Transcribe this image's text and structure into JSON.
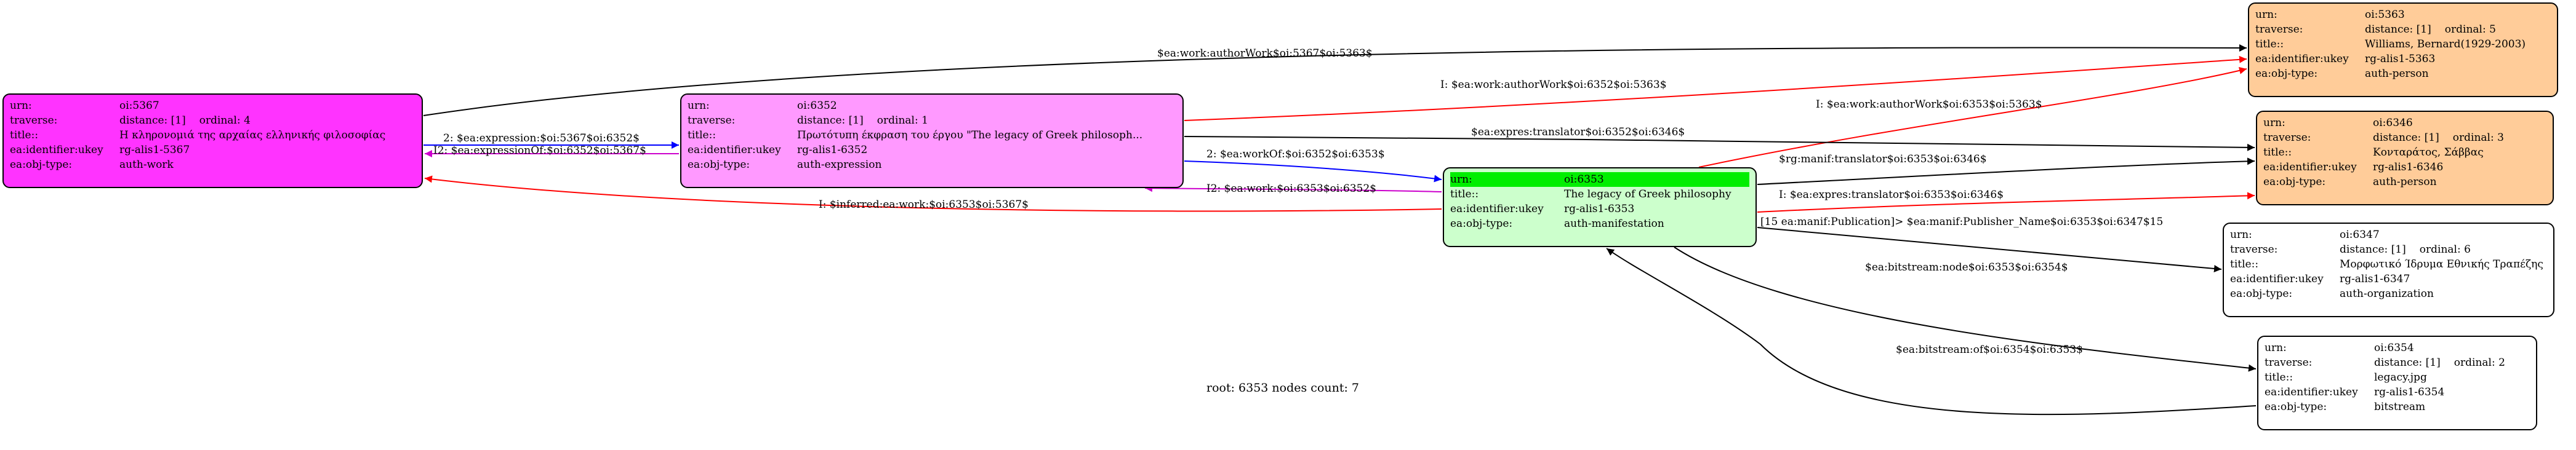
{
  "nodes": {
    "n5367": {
      "urn": {
        "key": "urn:",
        "value": "oi:5367"
      },
      "traverse": {
        "key": "traverse:",
        "distance": "distance: [1]",
        "ordinal": "ordinal: 4"
      },
      "title": {
        "key": "title::",
        "value": "Η κληρονομιά της αρχαίας ελληνικής φιλοσοφίας"
      },
      "identifier": {
        "key": "ea:identifier:ukey",
        "value": "rg-alis1-5367"
      },
      "objtype": {
        "key": "ea:obj-type:",
        "value": "auth-work"
      }
    },
    "n6352": {
      "urn": {
        "key": "urn:",
        "value": "oi:6352"
      },
      "traverse": {
        "key": "traverse:",
        "distance": "distance: [1]",
        "ordinal": "ordinal: 1"
      },
      "title": {
        "key": "title::",
        "value": "Πρωτότυπη έκφραση του έργου \"The legacy of Greek philosoph..."
      },
      "identifier": {
        "key": "ea:identifier:ukey",
        "value": "rg-alis1-6352"
      },
      "objtype": {
        "key": "ea:obj-type:",
        "value": "auth-expression"
      }
    },
    "n6353": {
      "urn": {
        "key": "urn:",
        "value": "oi:6353"
      },
      "title": {
        "key": "title::",
        "value": "The legacy of  Greek philosophy"
      },
      "identifier": {
        "key": "ea:identifier:ukey",
        "value": "rg-alis1-6353"
      },
      "objtype": {
        "key": "ea:obj-type:",
        "value": "auth-manifestation"
      }
    },
    "n5363": {
      "urn": {
        "key": "urn:",
        "value": "oi:5363"
      },
      "traverse": {
        "key": "traverse:",
        "distance": "distance: [1]",
        "ordinal": "ordinal: 5"
      },
      "title": {
        "key": "title::",
        "value": "Williams, Bernard(1929-2003)"
      },
      "identifier": {
        "key": "ea:identifier:ukey",
        "value": "rg-alis1-5363"
      },
      "objtype": {
        "key": "ea:obj-type:",
        "value": "auth-person"
      }
    },
    "n6346": {
      "urn": {
        "key": "urn:",
        "value": "oi:6346"
      },
      "traverse": {
        "key": "traverse:",
        "distance": "distance: [1]",
        "ordinal": "ordinal: 3"
      },
      "title": {
        "key": "title::",
        "value": "Κονταράτος, Σάββας"
      },
      "identifier": {
        "key": "ea:identifier:ukey",
        "value": "rg-alis1-6346"
      },
      "objtype": {
        "key": "ea:obj-type:",
        "value": "auth-person"
      }
    },
    "n6347": {
      "urn": {
        "key": "urn:",
        "value": "oi:6347"
      },
      "traverse": {
        "key": "traverse:",
        "distance": "distance: [1]",
        "ordinal": "ordinal: 6"
      },
      "title": {
        "key": "title::",
        "value": "Μορφωτικό Ίδρυμα Εθνικής Τραπέζης"
      },
      "identifier": {
        "key": "ea:identifier:ukey",
        "value": "rg-alis1-6347"
      },
      "objtype": {
        "key": "ea:obj-type:",
        "value": "auth-organization"
      }
    },
    "n6354": {
      "urn": {
        "key": "urn:",
        "value": "oi:6354"
      },
      "traverse": {
        "key": "traverse:",
        "distance": "distance: [1]",
        "ordinal": "ordinal: 2"
      },
      "title": {
        "key": "title::",
        "value": "legacy.jpg"
      },
      "identifier": {
        "key": "ea:identifier:ukey",
        "value": "rg-alis1-6354"
      },
      "objtype": {
        "key": "ea:obj-type:",
        "value": "bitstream"
      }
    }
  },
  "edges": [
    {
      "label": "$ea:work:authorWork$oi:5367$oi:5363$",
      "color": "#000000"
    },
    {
      "label": "I: $ea:work:authorWork$oi:6352$oi:5363$",
      "color": "#ff0000"
    },
    {
      "label": "I: $ea:work:authorWork$oi:6353$oi:5363$",
      "color": "#ff0000"
    },
    {
      "label": "$ea:expres:translator$oi:6352$oi:6346$",
      "color": "#000000"
    },
    {
      "label": "2: $ea:expression:$oi:5367$oi:6352$",
      "color": "#0000ff"
    },
    {
      "label": "I2: $ea:expressionOf:$oi:6352$oi:5367$",
      "color": "#cc00cc"
    },
    {
      "label": "2: $ea:workOf:$oi:6352$oi:6353$",
      "color": "#0000ff"
    },
    {
      "label": "I2: $ea:work:$oi:6353$oi:6352$",
      "color": "#cc00cc"
    },
    {
      "label": "I: $inferred:ea:work:$oi:6353$oi:5367$",
      "color": "#ff0000"
    },
    {
      "label": "$rg:manif:translator$oi:6353$oi:6346$",
      "color": "#000000"
    },
    {
      "label": "I: $ea:expres:translator$oi:6353$oi:6346$",
      "color": "#ff0000"
    },
    {
      "label": "[15 ea:manif:Publication]> $ea:manif:Publisher_Name$oi:6353$oi:6347$15",
      "color": "#000000"
    },
    {
      "label": "$ea:bitstream:node$oi:6353$oi:6354$",
      "color": "#000000"
    },
    {
      "label": "$ea:bitstream:of$oi:6354$oi:6353$",
      "color": "#000000"
    }
  ],
  "footer": "root: 6353 nodes count: 7"
}
